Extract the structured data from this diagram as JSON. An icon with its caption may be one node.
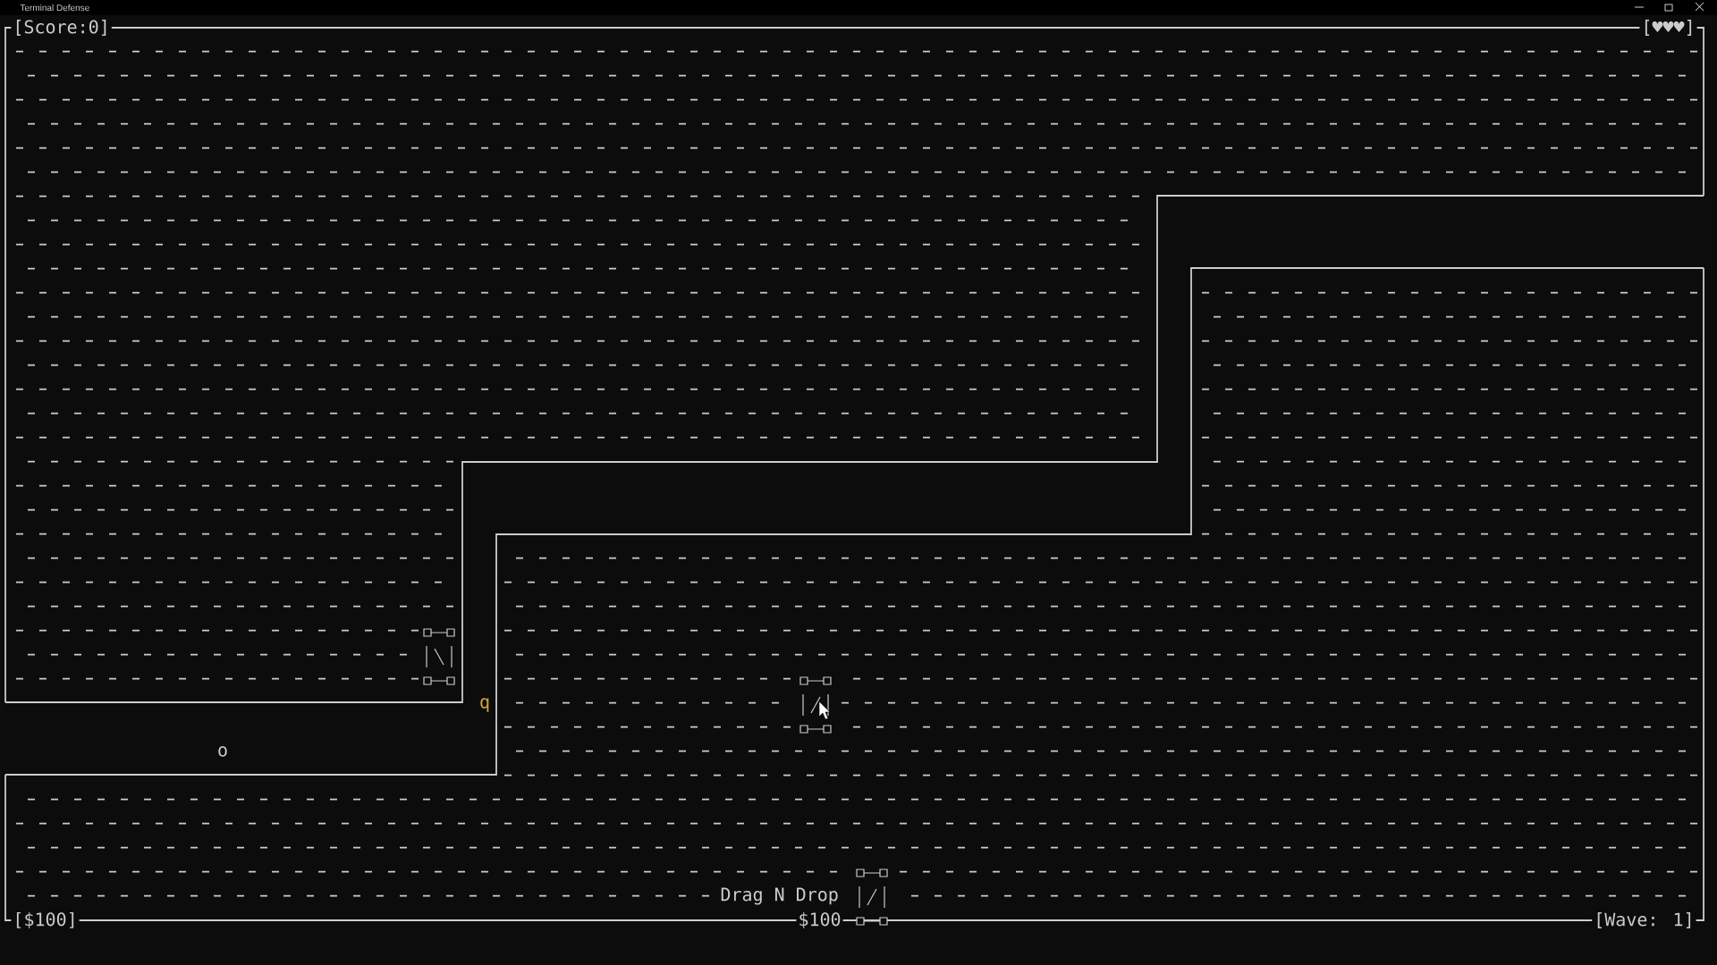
{
  "diagram": {
    "title": "Terminal Defense",
    "labels": [
      "[Score:0]",
      "[♥♥♥]",
      "q",
      "o",
      "Drag N Drop",
      "[$100]",
      "$100",
      "[Wave: 1]"
    ]
  }
}
